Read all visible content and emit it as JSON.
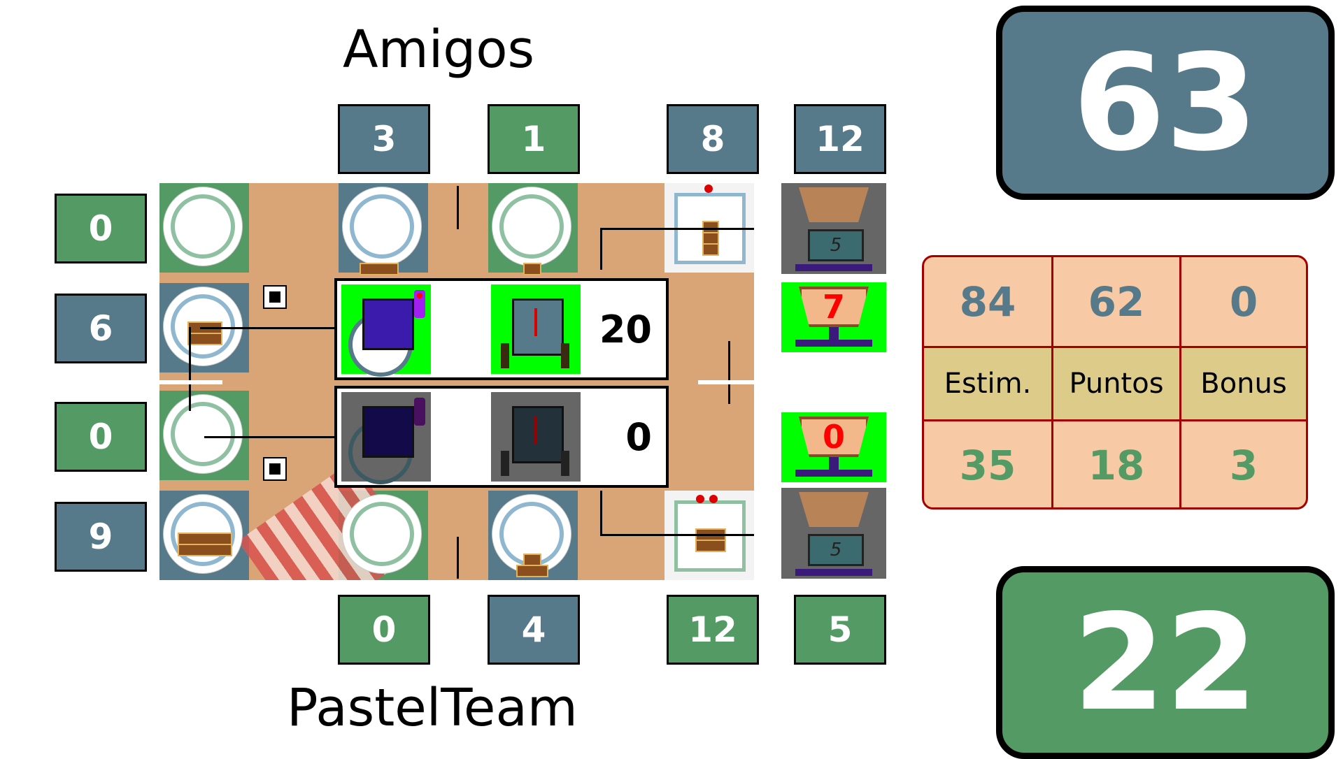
{
  "teams": {
    "top": {
      "name": "Amigos",
      "score": "63",
      "color": "#567a89"
    },
    "bottom": {
      "name": "PastelTeam",
      "score": "22",
      "color": "#549a64"
    }
  },
  "top_column_counts": [
    "3",
    "1",
    "8",
    "12"
  ],
  "bottom_column_counts": [
    "0",
    "4",
    "12",
    "5"
  ],
  "left_row_counts": [
    "0",
    "6",
    "0",
    "9"
  ],
  "battle": {
    "active": {
      "score": "20"
    },
    "inactive": {
      "score": "0"
    }
  },
  "scale_readings": {
    "top": "5",
    "bottom": "5"
  },
  "targets": {
    "top": "7",
    "bottom": "0"
  },
  "stats_table": {
    "headers": [
      "Estim.",
      "Puntos",
      "Bonus"
    ],
    "top_row": [
      "84",
      "62",
      "0"
    ],
    "bottom_row": [
      "35",
      "18",
      "3"
    ]
  },
  "colors": {
    "team_blue": "#567a89",
    "team_green": "#549a64",
    "table_bg": "#f7c9a4",
    "table_header_bg": "#dccb89",
    "table_border": "#a50000",
    "highlight_green": "#00ff00",
    "target_text": "#ff0000"
  },
  "icons": [
    "plate-icon",
    "chocolate-stack-icon",
    "scale-icon",
    "robot-icon",
    "traffic-light-icon",
    "marker-icon"
  ]
}
